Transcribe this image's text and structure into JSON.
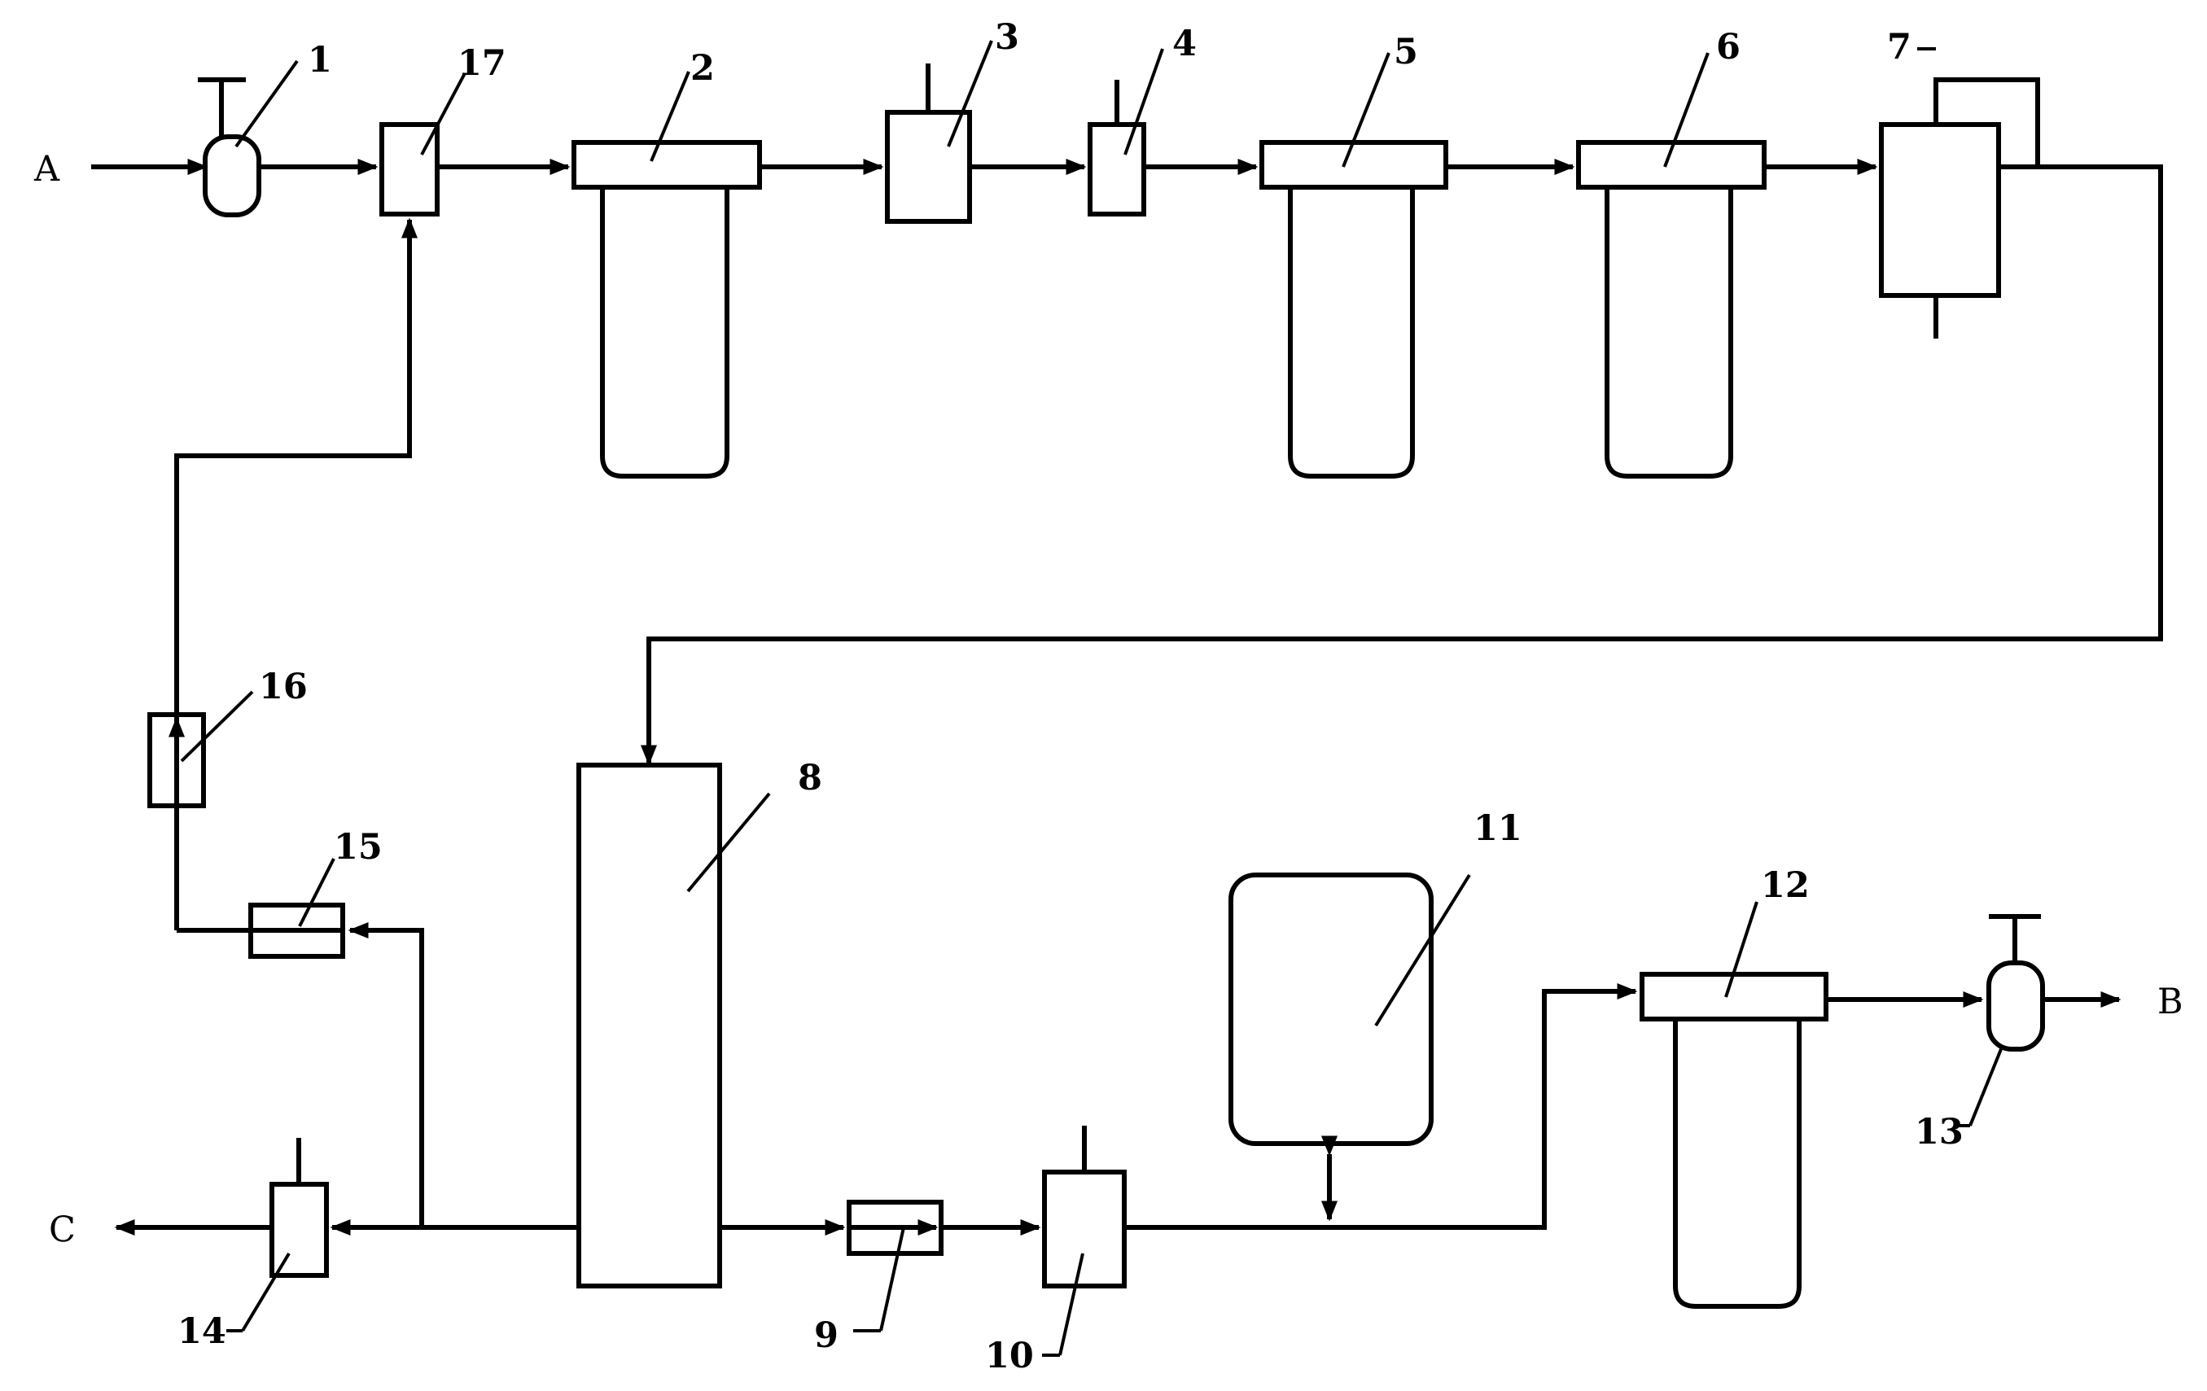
{
  "diagram": {
    "endpoints": {
      "inlet": "A",
      "outlet": "B",
      "drain": "C"
    },
    "components": {
      "c1": "1",
      "c2": "2",
      "c3": "3",
      "c4": "4",
      "c5": "5",
      "c6": "6",
      "c7": "7",
      "c8": "8",
      "c9": "9",
      "c10": "10",
      "c11": "11",
      "c12": "12",
      "c13": "13",
      "c14": "14",
      "c15": "15",
      "c16": "16",
      "c17": "17"
    }
  }
}
